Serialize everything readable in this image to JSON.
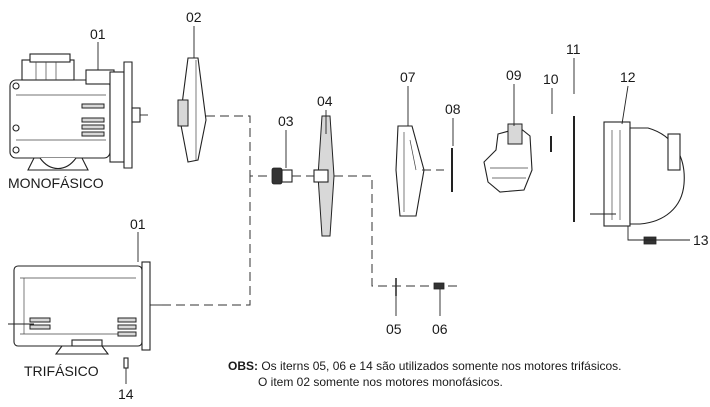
{
  "labels": {
    "motor_mono_number": "01",
    "motor_tri_number": "01",
    "p02": "02",
    "p03": "03",
    "p04": "04",
    "p05": "05",
    "p06": "06",
    "p07": "07",
    "p08": "08",
    "p09": "09",
    "p10": "10",
    "p11": "11",
    "p12": "12",
    "p13": "13",
    "p14": "14"
  },
  "captions": {
    "monofasico": "MONOFÁSICO",
    "trifasico": "TRIFÁSICO"
  },
  "note": {
    "prefix": "OBS:",
    "line1": "Os iterns 05, 06 e 14 são utilizados somente nos motores trifásicos.",
    "line2": "O item 02 somente nos motores monofásicos."
  }
}
